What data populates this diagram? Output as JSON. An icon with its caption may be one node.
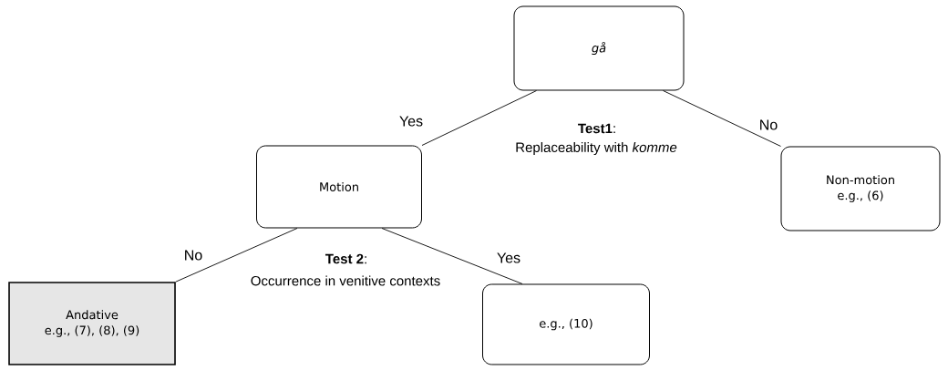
{
  "diagram": {
    "nodes": [
      {
        "text": [
          "gå"
        ]
      },
      {
        "text": [
          "Motion"
        ]
      },
      {
        "text": [
          "Non-motion",
          "e.g., (6)"
        ]
      },
      {
        "text": [
          "Andative",
          "e.g., (7), (8), (9)"
        ]
      },
      {
        "text": [
          "e.g., (10)"
        ]
      }
    ],
    "edges": [
      {
        "from": 0,
        "to": 1,
        "arrow": "none",
        "label": "Yes"
      },
      {
        "from": 0,
        "to": 2,
        "arrow": "none",
        "label": "No"
      },
      {
        "from": 1,
        "to": 3,
        "arrow": "none",
        "label": "No"
      },
      {
        "from": 1,
        "to": 4,
        "arrow": "none",
        "label": "Yes"
      }
    ],
    "labels": [
      "**Test1**:",
      "Replaceability with *komme*",
      "**Test 2**:",
      "Occurrence in venitive contexts"
    ]
  }
}
